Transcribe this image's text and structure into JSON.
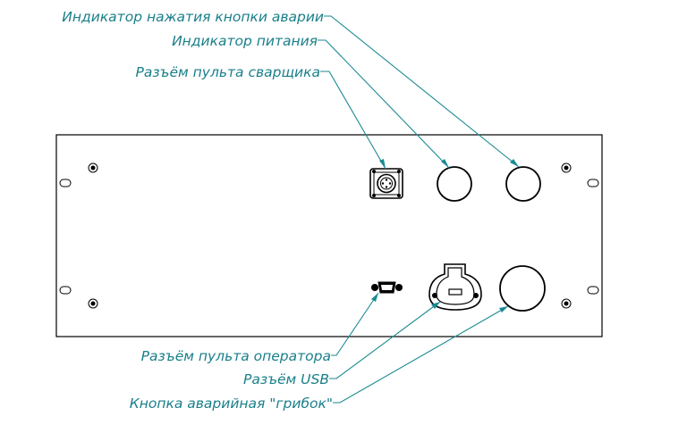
{
  "labels": {
    "emergency_indicator": "Индикатор нажатия кнопки аварии",
    "power_indicator": "Индикатор питания",
    "welder_remote_connector": "Разъём пульта сварщика",
    "operator_remote_connector": "Разъём пульта оператора",
    "usb_connector": "Разъём USB",
    "emergency_mushroom_button": "Кнопка аварийная \"грибок\""
  },
  "colors": {
    "annotation": "#1a7f8a",
    "outline": "#000000",
    "background": "#ffffff"
  }
}
